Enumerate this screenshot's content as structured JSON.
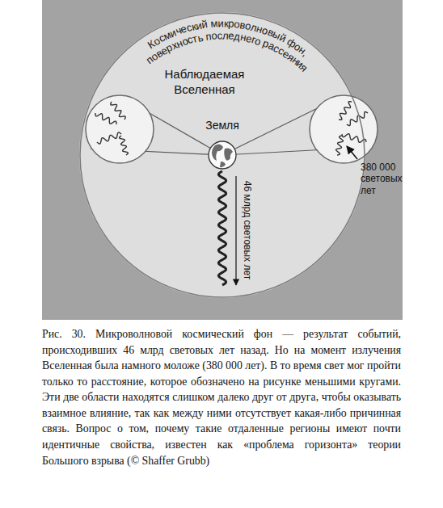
{
  "diagram": {
    "caption": "Рис. 30. Микроволновой космический фон — результат событий, происходивших 46 млрд световых лет назад. Но на момент излучения Вселенная была намного моложе (380 000 лет). В то время свет мог пройти только то расстояние, которое обозначено на рисунке меньшими кругами. Эти две области находятся слишком далеко друг от друга, чтобы оказывать взаимное влияние, так как между ними отсутствует какая-либо причинная связь. Вопрос о том, почему такие отдаленные регионы имеют почти идентичные свойства, известен как «проблема горизонта» теории Большого взрыва (© Shaffer Grubb)",
    "nodes": [
      {
        "text": [
          "Космический микроволновый фон, поверхность последнего рассеяния",
          "Наблюдаемая Вселенная"
        ]
      },
      {
        "text": [
          "Земля"
        ],
        "in": 0
      }
    ],
    "labels": [
      "380 000 световых лет",
      "46 млрд световых лет"
    ]
  }
}
